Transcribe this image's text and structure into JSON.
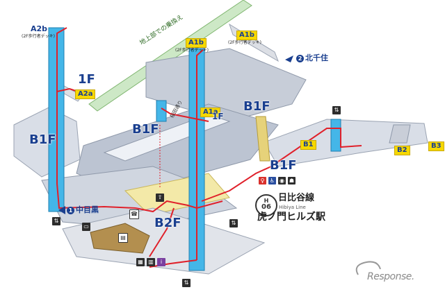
{
  "labels": {
    "a2b": "A2b",
    "a2b_sub": "(2F歩行者デッキ)",
    "a1b_center": "A1b",
    "a1b_center_sub": "(2F歩行者デッキ)",
    "a1b_right": "A1b",
    "a1b_right_sub": "(2F歩行者デッキ)",
    "a2a": "A2a",
    "a1a": "A1a",
    "b1": "B1",
    "b2": "B2",
    "b3": "B3",
    "green_passage": "地上部での乗換え",
    "sakurada_street": "桜田通り"
  },
  "floors": {
    "f1_left": "1F",
    "f1_center": "1F",
    "b1f_left": "B1F",
    "b1f_center": "B1F",
    "b1f_top": "B1F",
    "b1f_right": "B1F",
    "b2f": "B2F"
  },
  "directions": {
    "north_number": "2",
    "north_label": "北千住",
    "south_number": "1",
    "south_label": "中目黒"
  },
  "station": {
    "line_letter": "H",
    "line_number": "06",
    "line_name": "日比谷線",
    "line_name_en": "Hibiya Line",
    "station_name": "虎ノ門ヒルズ駅"
  },
  "icons": [
    "restroom-icon",
    "accessible-icon",
    "baby-icon",
    "elevator-icon",
    "escalator-icon",
    "ticket-icon",
    "phone-icon"
  ],
  "watermark": "Response.",
  "colors": {
    "route": "#e0202a",
    "elevator_shaft": "#44b6e8",
    "platform": "#b9c3d3",
    "green_passage": "#cde8c6",
    "brand_navy": "#1a3f8f",
    "exit_yellow": "#f6d800"
  }
}
